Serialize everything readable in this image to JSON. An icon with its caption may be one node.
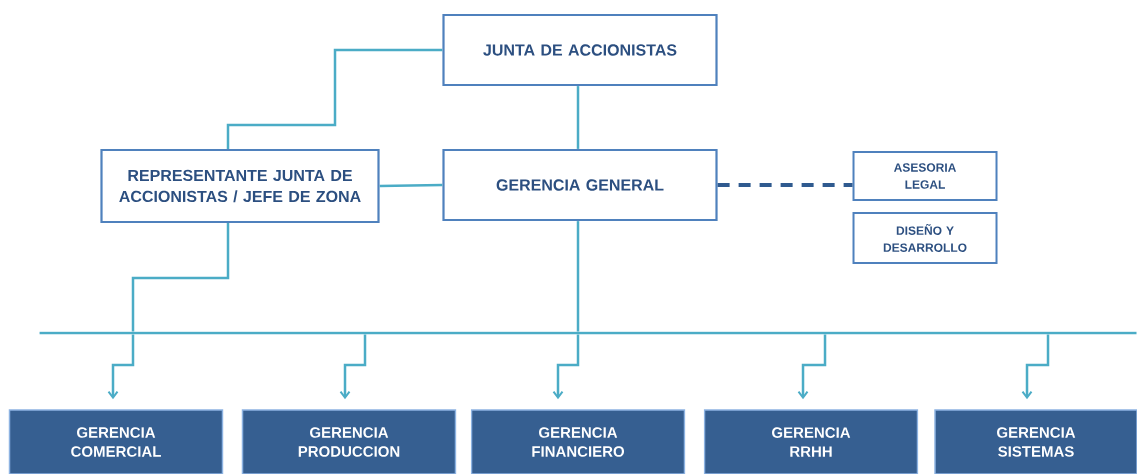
{
  "diagram": {
    "nodes": [
      {
        "text": [
          "JUNTA DE ACCIONISTAS"
        ]
      },
      {
        "text": [
          "REPRESENTANTE JUNTA DE ACCIONISTAS / JEFE DE ZONA"
        ]
      },
      {
        "text": [
          "GERENCIA GENERAL"
        ]
      },
      {
        "text": [
          "ASESORIA LEGAL"
        ]
      },
      {
        "text": [
          "DISEÑO Y DESARROLLO"
        ]
      },
      {
        "text": [],
        "shape": "bar"
      },
      {
        "text": [
          "GERENCIA COMERCIAL"
        ]
      },
      {
        "text": [
          "GERENCIA PRODUCCION"
        ]
      },
      {
        "text": [
          "GERENCIA FINANCIERO"
        ]
      },
      {
        "text": [
          "GERENCIA RRHH"
        ]
      },
      {
        "text": [
          "GERENCIA SISTEMAS"
        ]
      }
    ],
    "edges": [
      {
        "from": 0,
        "to": 1,
        "arrow": "none"
      },
      {
        "from": 0,
        "to": 2,
        "arrow": "none"
      },
      {
        "from": 1,
        "to": 2,
        "arrow": "none"
      },
      {
        "from": 2,
        "to": 3,
        "arrow": "none",
        "style": "dashed",
        "color": "#2f5a8f"
      },
      {
        "from": 1,
        "to": 5,
        "arrow": "none"
      },
      {
        "from": 2,
        "to": 5,
        "arrow": "none"
      },
      {
        "from": 5,
        "to": 6,
        "arrow": "to"
      },
      {
        "from": 5,
        "to": 7,
        "arrow": "to"
      },
      {
        "from": 5,
        "to": 8,
        "arrow": "to"
      },
      {
        "from": 5,
        "to": 9,
        "arrow": "to"
      },
      {
        "from": 5,
        "to": 10,
        "arrow": "to"
      }
    ]
  }
}
